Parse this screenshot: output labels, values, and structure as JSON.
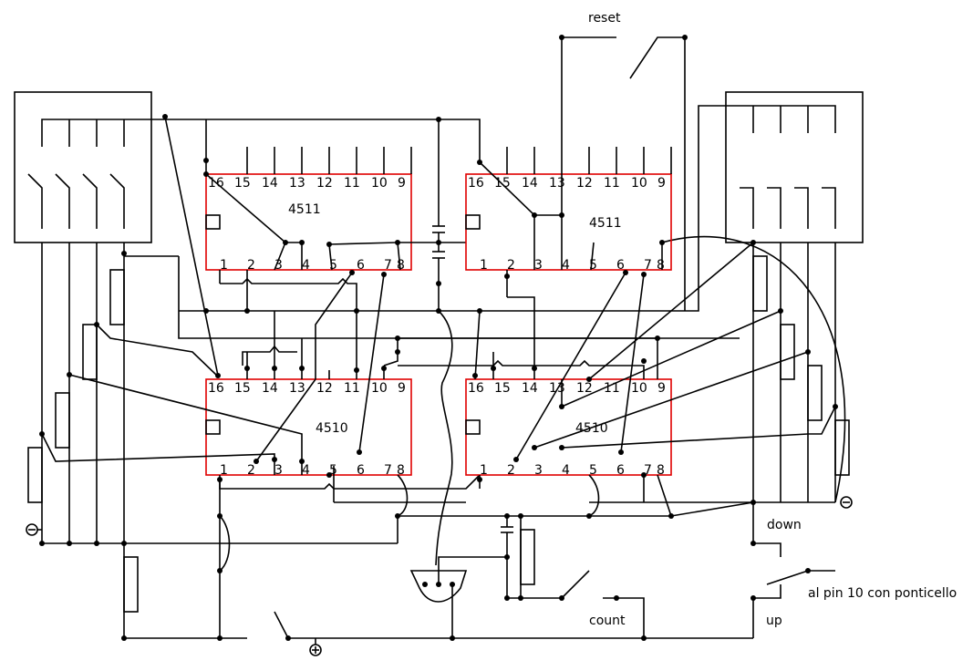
{
  "diagram": {
    "title": "4510/4511 up-down counter schematic",
    "colors": {
      "wire": "#000000",
      "chip_outline": "#e00000",
      "background": "#ffffff"
    },
    "chips": [
      {
        "id": "u1",
        "part": "4511",
        "top_pins": [
          "16",
          "15",
          "14",
          "13",
          "12",
          "11",
          "10",
          "9"
        ],
        "bottom_pins": [
          "1",
          "2",
          "3",
          "4",
          "5",
          "6",
          "7",
          "8"
        ]
      },
      {
        "id": "u2",
        "part": "4511",
        "top_pins": [
          "16",
          "15",
          "14",
          "13",
          "12",
          "11",
          "10",
          "9"
        ],
        "bottom_pins": [
          "1",
          "2",
          "3",
          "4",
          "5",
          "6",
          "7",
          "8"
        ]
      },
      {
        "id": "u3",
        "part": "4510",
        "top_pins": [
          "16",
          "15",
          "14",
          "13",
          "12",
          "11",
          "10",
          "9"
        ],
        "bottom_pins": [
          "1",
          "2",
          "3",
          "4",
          "5",
          "6",
          "7",
          "8"
        ]
      },
      {
        "id": "u4",
        "part": "4510",
        "top_pins": [
          "16",
          "15",
          "14",
          "13",
          "12",
          "11",
          "10",
          "9"
        ],
        "bottom_pins": [
          "1",
          "2",
          "3",
          "4",
          "5",
          "6",
          "7",
          "8"
        ]
      }
    ],
    "labels": {
      "reset": "reset",
      "count": "count",
      "down": "down",
      "up": "up",
      "jumper_note": "al pin 10 con ponticello",
      "plus": "+",
      "minus": "−"
    }
  }
}
